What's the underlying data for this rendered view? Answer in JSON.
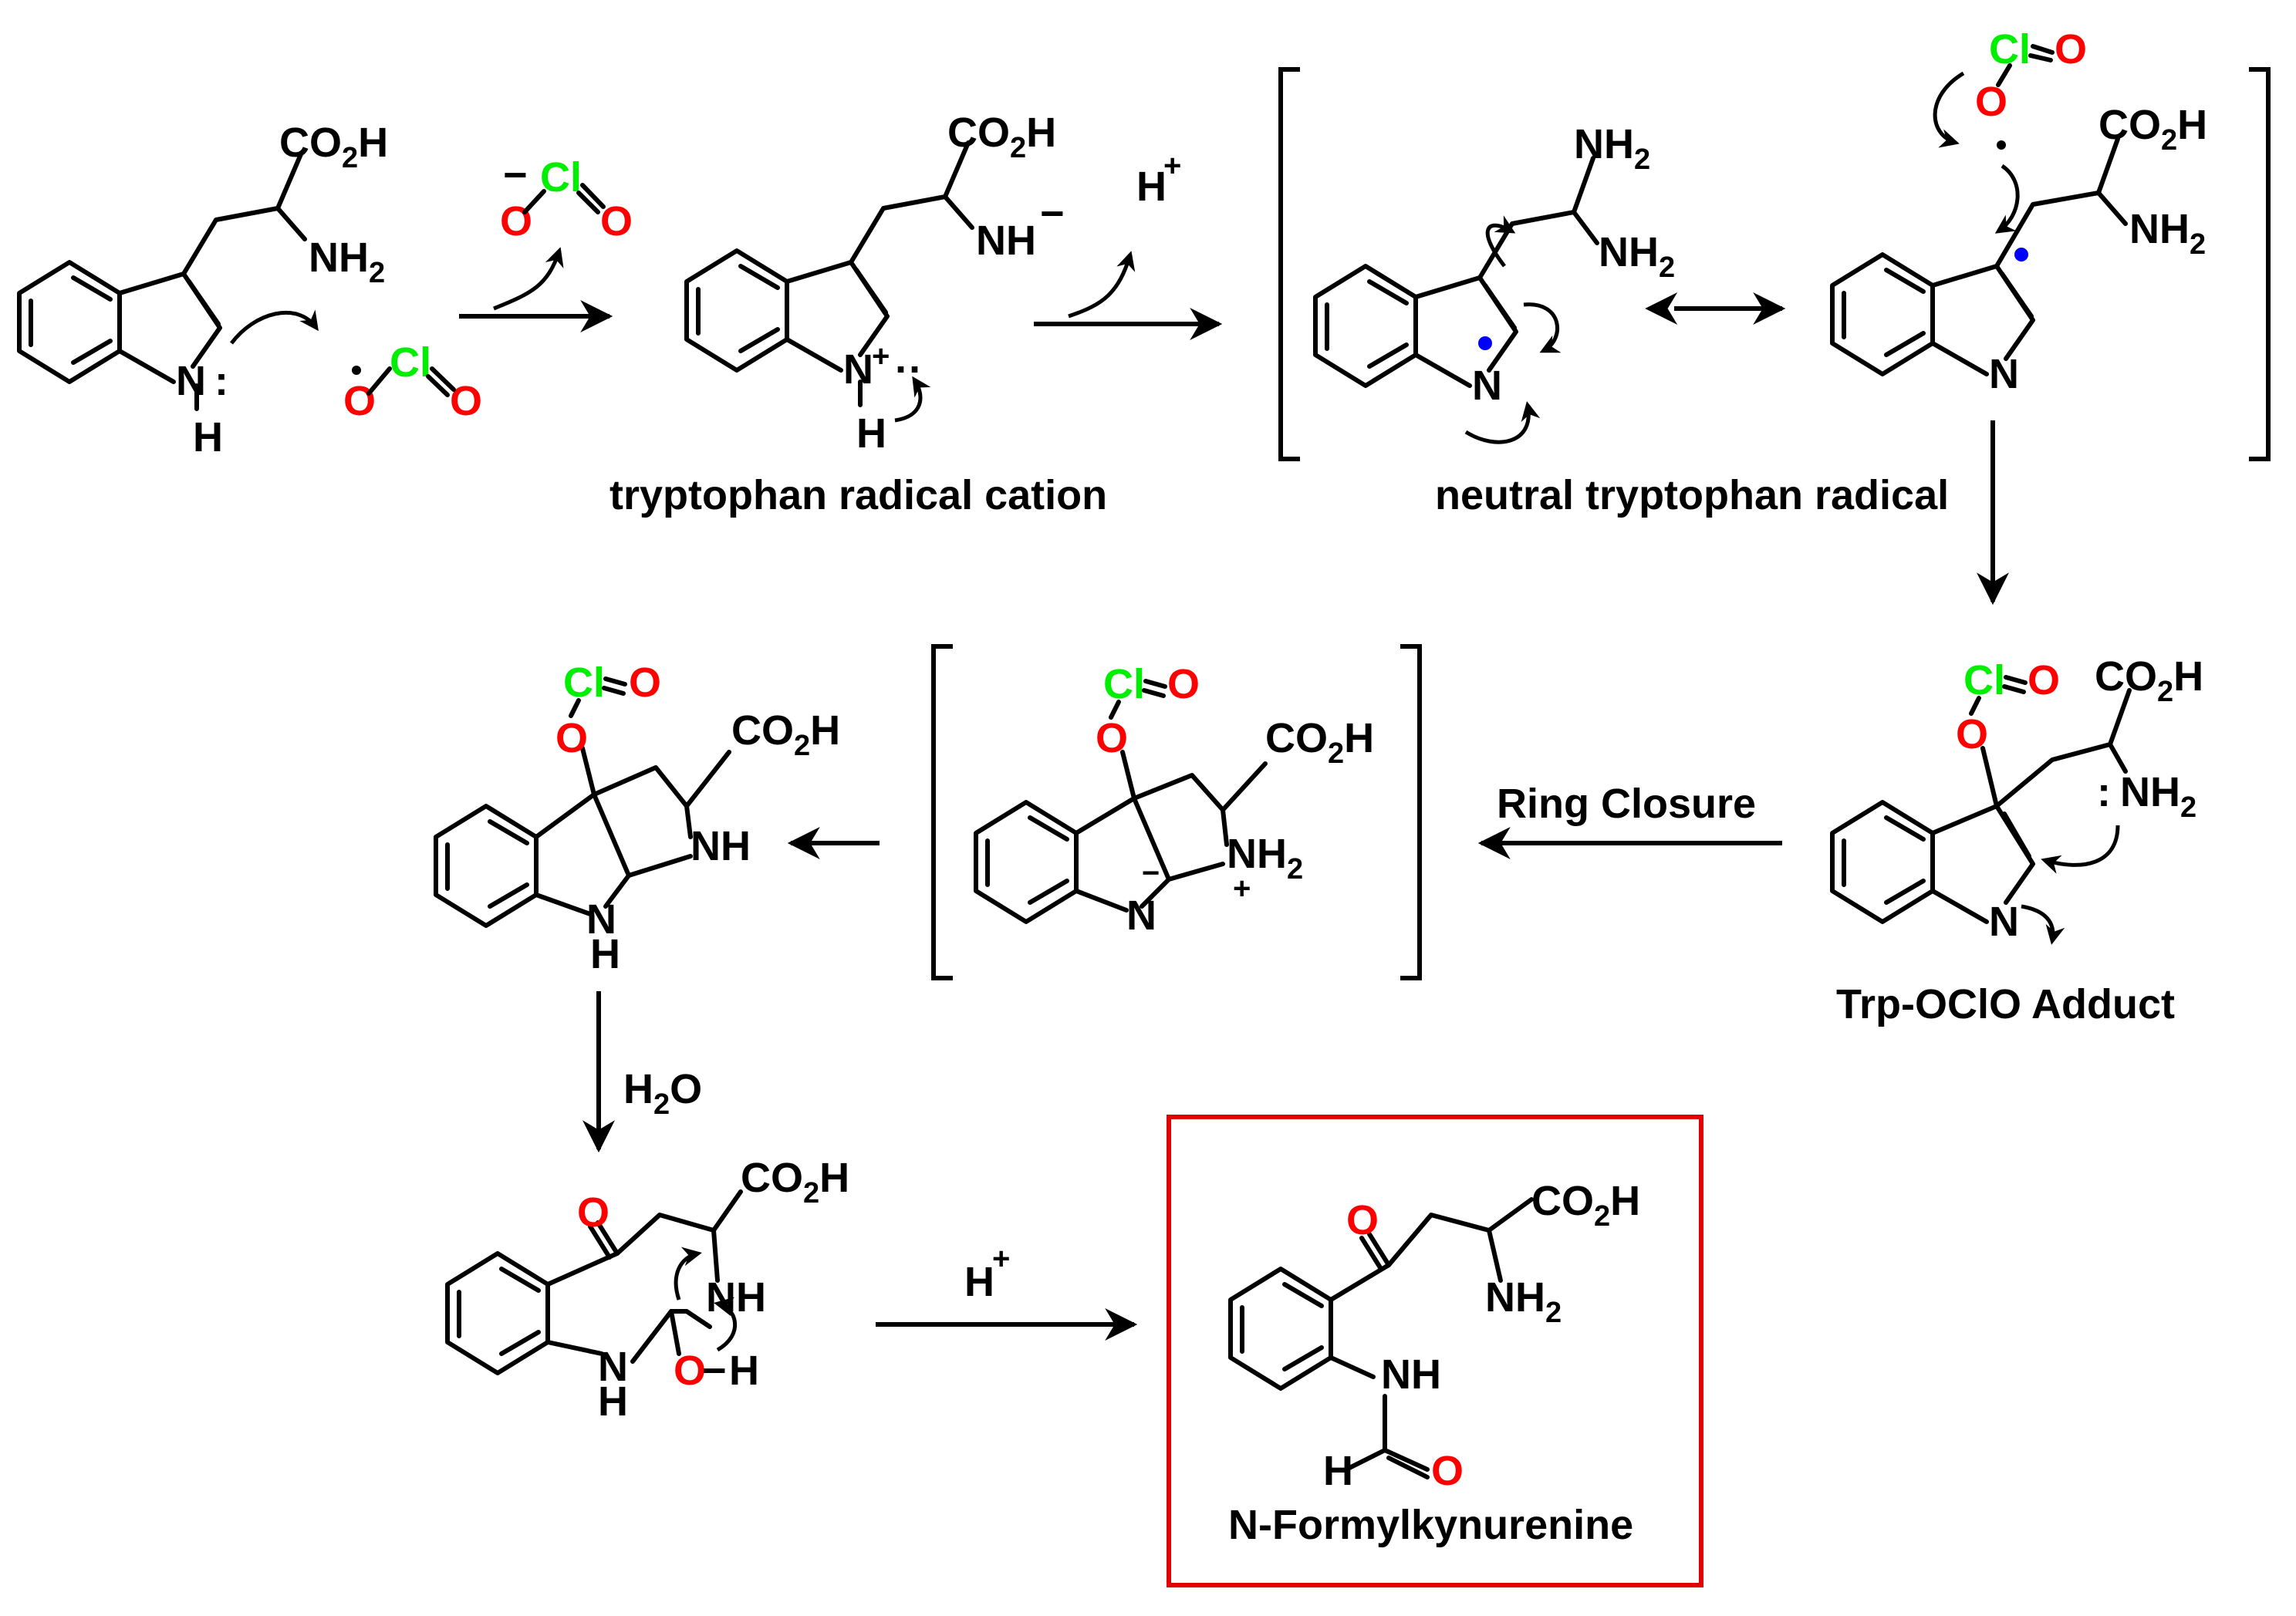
{
  "colors": {
    "bond": "#000000",
    "oxygen": "#ff0000",
    "chlorine": "#00ee00",
    "radical_dot": "#0000ff",
    "highlight_box": "#e00000"
  },
  "atoms": {
    "n": "N",
    "h": "H",
    "o": "O",
    "cl": "Cl",
    "nh": "NH",
    "co2h": "CO2H",
    "nh2": "NH2",
    "oh": "O-H",
    "h2o": "H2O",
    "sub_2": "2",
    "plus": "+",
    "minus": "−",
    "colon": ":",
    "double_colon": "··",
    "h_plus": "H+"
  },
  "labels": {
    "radical_cation": "tryptophan radical cation",
    "neutral_radical": "neutral tryptophan radical",
    "ring_closure": "Ring Closure",
    "adduct": "Trp-OClO Adduct",
    "product": "N-Formylkynurenine"
  },
  "legend_icons": {
    "reaction_arrow": "reaction-arrow-icon",
    "resonance_arrow": "resonance-arrow-icon",
    "electron_pushing_arrow": "curved-arrow-icon"
  }
}
